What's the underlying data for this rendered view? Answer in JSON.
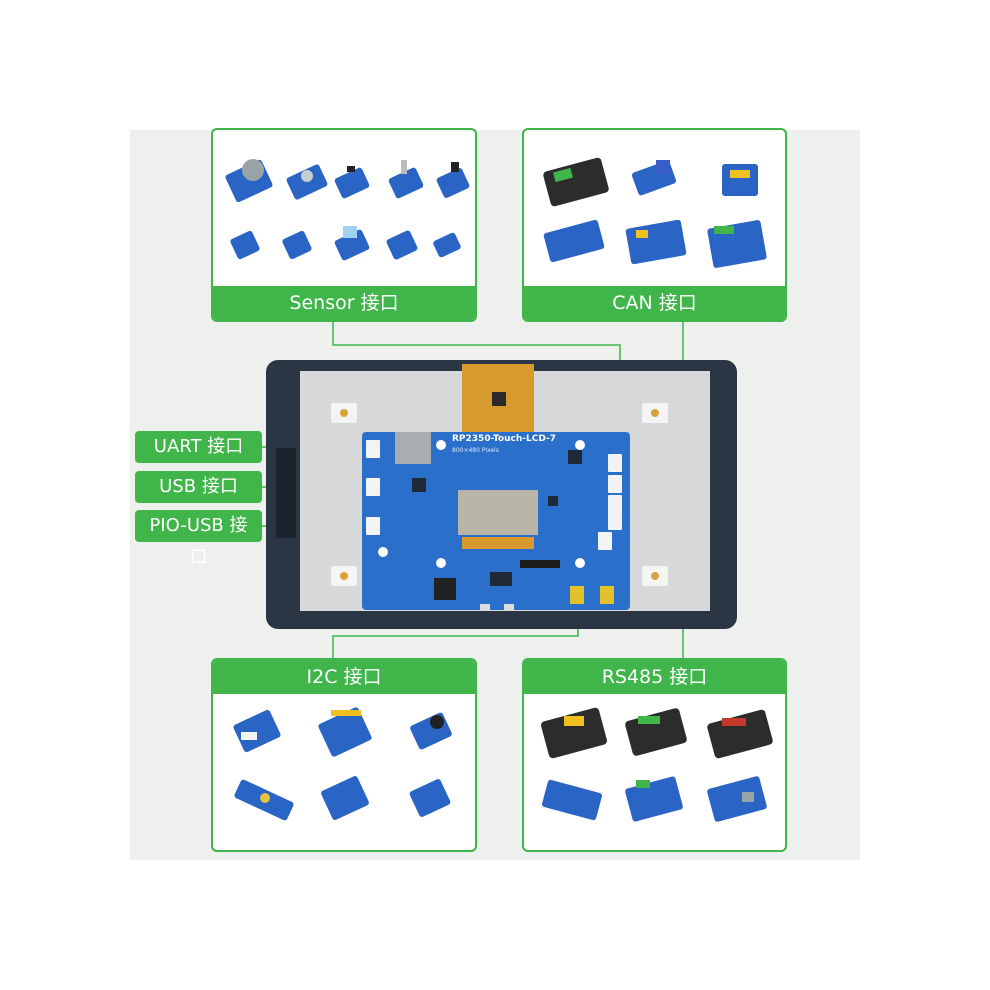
{
  "groups": {
    "sensor": {
      "label": "Sensor 接口"
    },
    "can": {
      "label": "CAN 接口"
    },
    "i2c": {
      "label": "I2C 接口"
    },
    "rs485": {
      "label": "RS485 接口"
    }
  },
  "ports": {
    "uart": "UART 接口",
    "usb": "USB 接口",
    "pio_usb": "PIO-USB 接口"
  },
  "board": {
    "title": "RP2350-Touch-LCD-7",
    "subtitle": "800×480 Pixels"
  },
  "colors": {
    "accent": "#3fb54a",
    "pcb": "#2a6fc9",
    "screen_frame": "#2b3645"
  }
}
